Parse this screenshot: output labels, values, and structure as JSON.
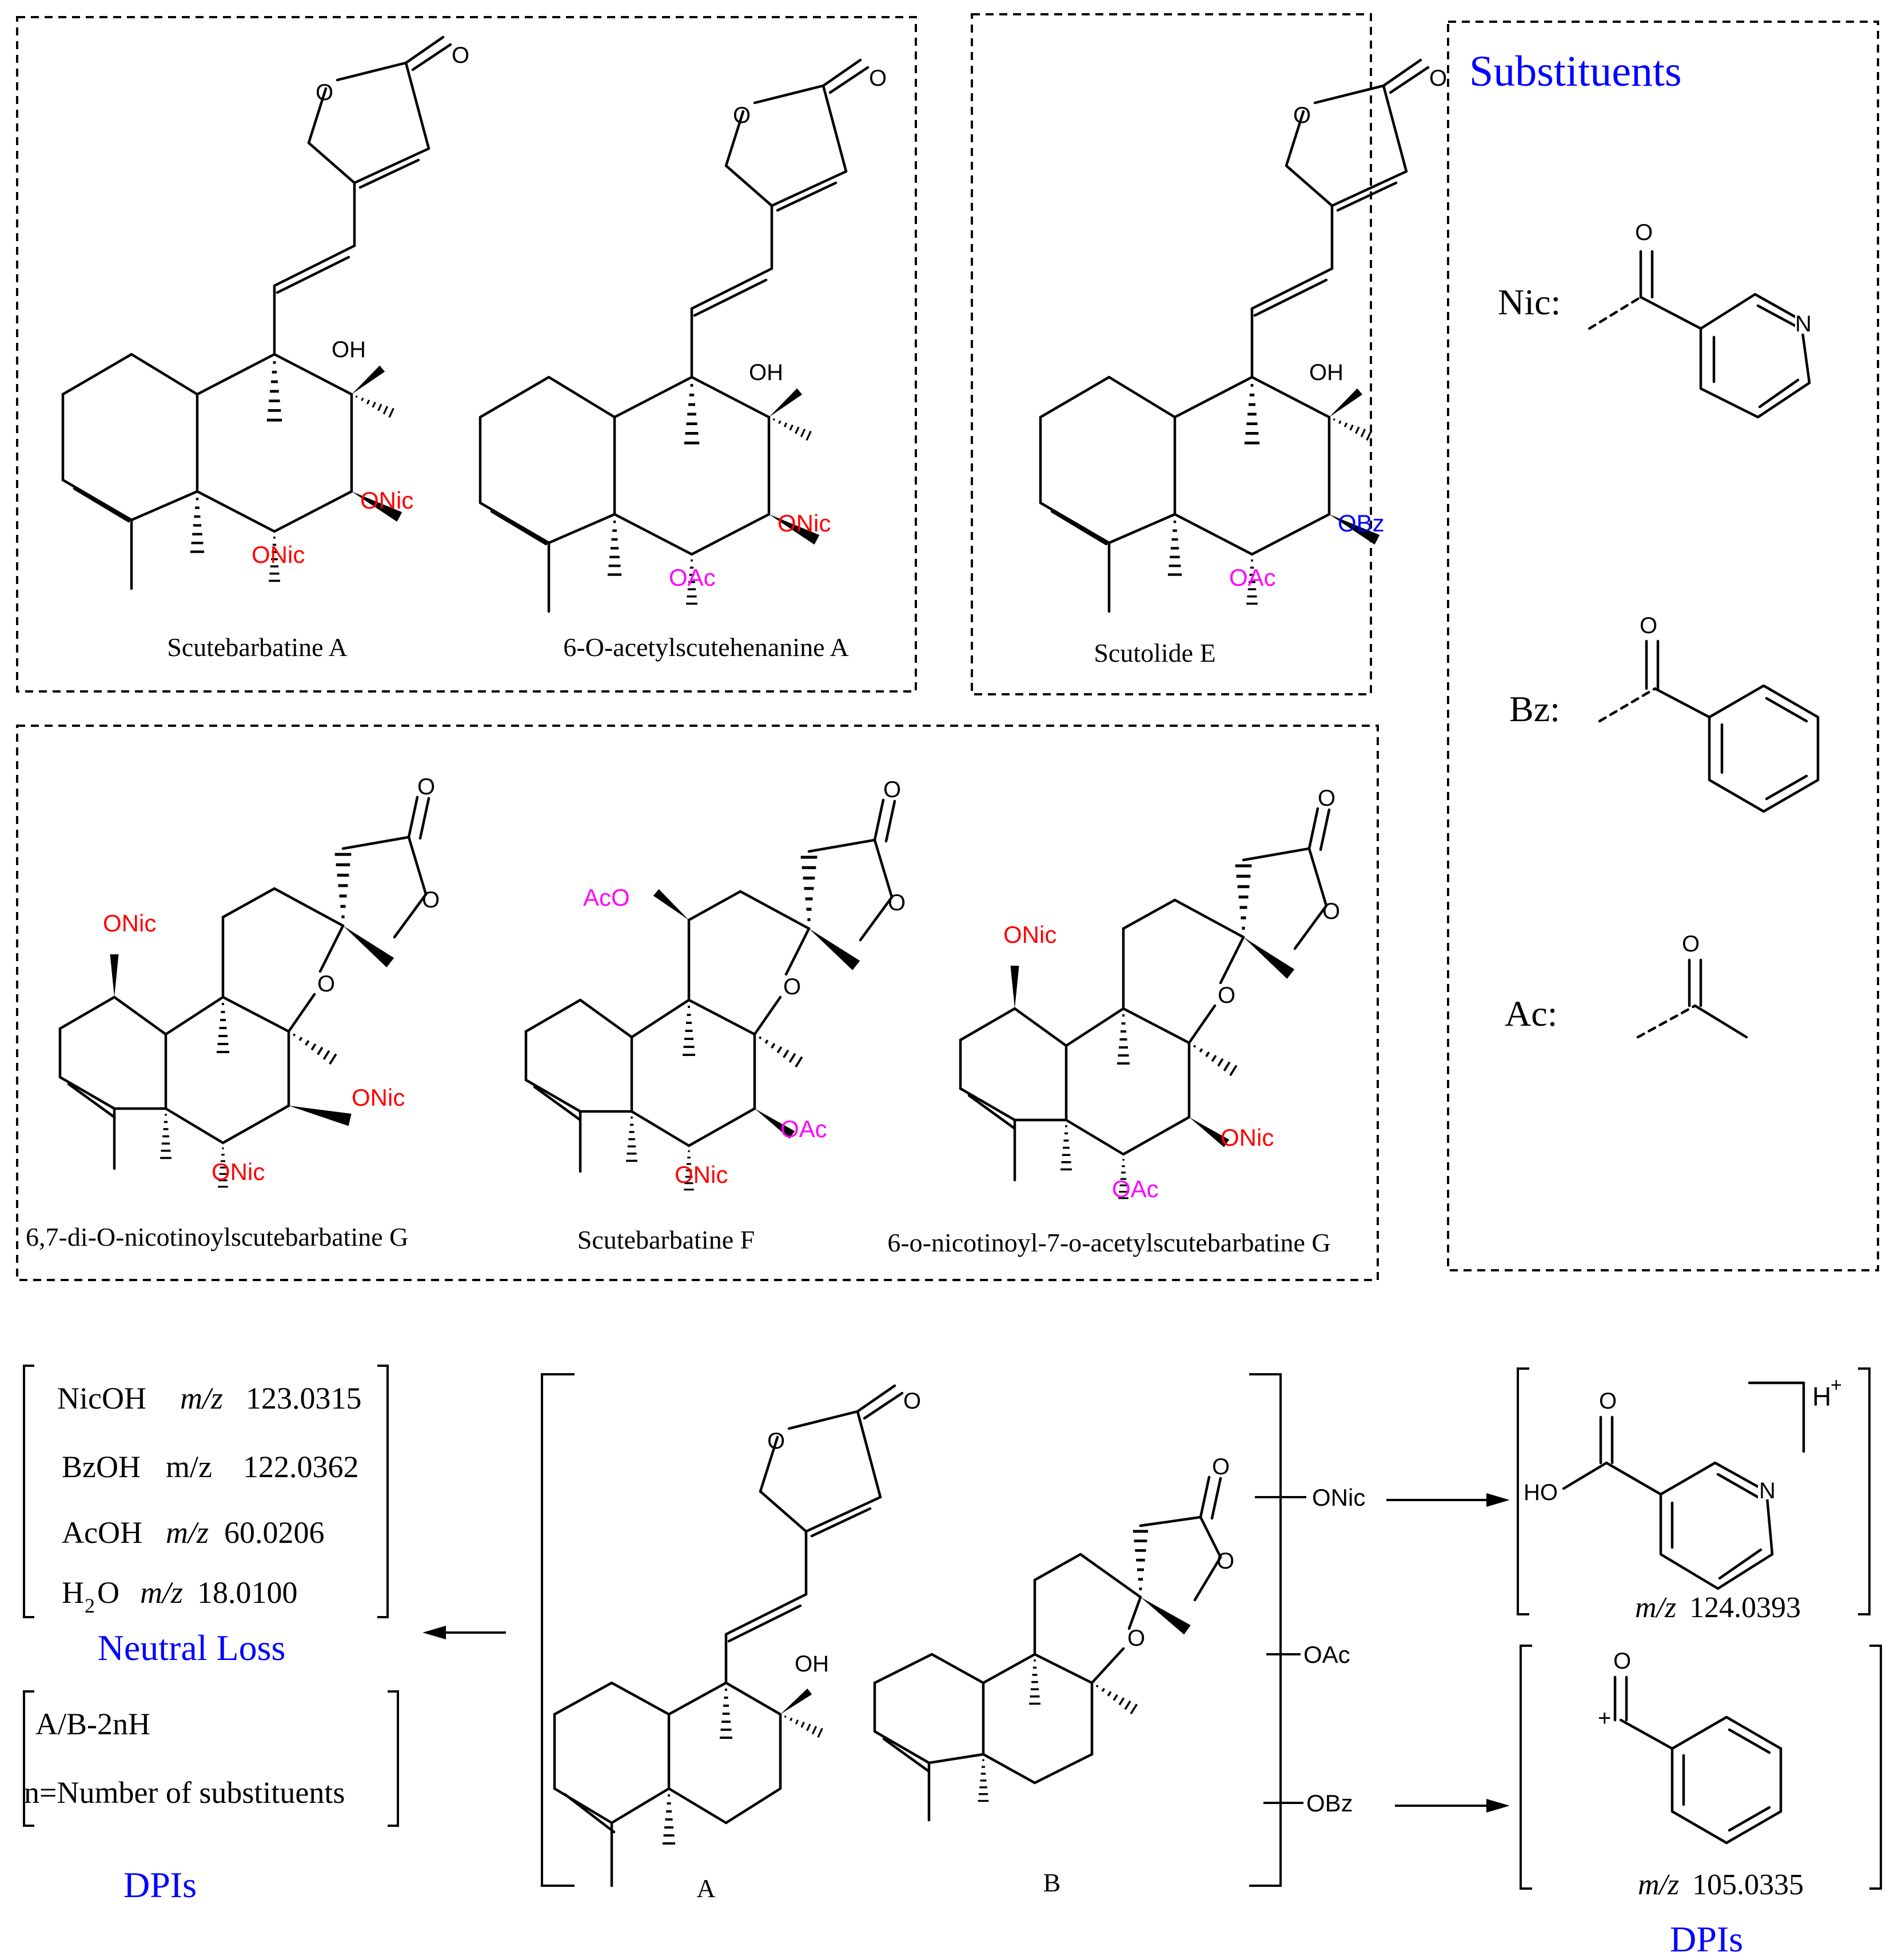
{
  "compounds": {
    "scutebarbatine_a": {
      "name": "Scutebarbatine A",
      "sub_a": "ONic",
      "sub_b": "ONic"
    },
    "acetylscutehenanine_a": {
      "name": "6-O-acetylscutehenanine A",
      "sub_a": "ONic",
      "sub_b": "OAc"
    },
    "scutolide_e": {
      "name": "Scutolide E",
      "sub_a": "OBz",
      "sub_b": "OAc"
    },
    "di_nicotinoyl_g": {
      "name": "6,7-di-O-nicotinoylscutebarbatine G",
      "sub_top": "ONic",
      "sub_a": "ONic",
      "sub_b": "ONic"
    },
    "scutebarbatine_f": {
      "name": "Scutebarbatine F",
      "sub_top": "AcO",
      "sub_a": "OAc",
      "sub_b": "ONic"
    },
    "nicotinoyl_acetyl_g": {
      "name": "6-o-nicotinoyl-7-o-acetylscutebarbatine G",
      "sub_top": "ONic",
      "sub_a": "ONic",
      "sub_b": "OAc"
    }
  },
  "atoms": {
    "O": "O",
    "OH": "OH",
    "N": "N",
    "HO": "HO",
    "H": "H",
    "plus": "+"
  },
  "substituents": {
    "title": "Substituents",
    "nic": "Nic:",
    "bz": "Bz:",
    "ac": "Ac:"
  },
  "neutral_loss": {
    "title": "Neutral Loss",
    "row1": {
      "name": "NicOH",
      "mz": "m/z",
      "value": "123.0315"
    },
    "row2": {
      "name": "BzOH",
      "mz": "m/z",
      "value": "122.0362"
    },
    "row3": {
      "name": "AcOH",
      "mz": "m/z",
      "value": "60.0206"
    },
    "row4": {
      "name_h": "H",
      "name_sub": "2",
      "name_o": "O",
      "mz": "m/z",
      "value": "18.0100"
    }
  },
  "dpi_formula": {
    "line1": "A/B-2nH",
    "line2": "n=Number of substituents",
    "title": "DPIs"
  },
  "core": {
    "label_a": "A",
    "label_b": "B",
    "branch1": "ONic",
    "branch2": "OAc",
    "branch3": "OBz"
  },
  "products": {
    "nic_ion": {
      "charge": "H",
      "charge_sup": "+",
      "mz": "m/z",
      "value": "124.0393"
    },
    "bz_ion": {
      "mz": "m/z",
      "value": "105.0335"
    },
    "title": "DPIs"
  },
  "colors": {
    "nic": "#ff0000",
    "ac": "#ff00ff",
    "bz": "#0000ff",
    "title": "#0000ff"
  }
}
